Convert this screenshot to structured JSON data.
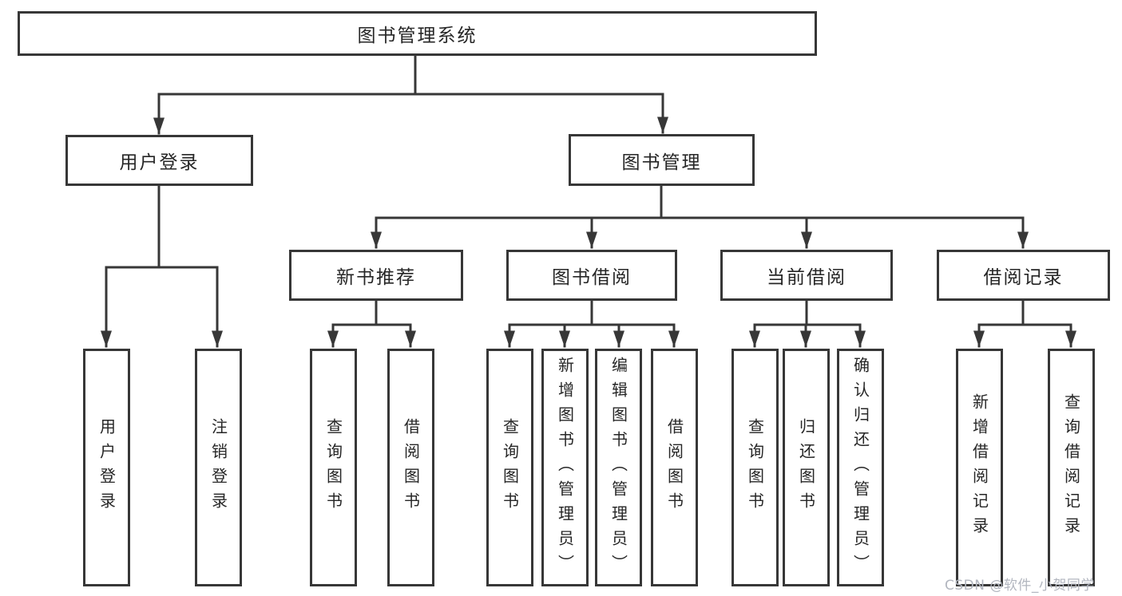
{
  "tree": {
    "label": "图书管理系统",
    "children": [
      {
        "label": "用户登录",
        "children": [
          {
            "label": "用户登录"
          },
          {
            "label": "注销登录"
          }
        ]
      },
      {
        "label": "图书管理",
        "children": [
          {
            "label": "新书推荐",
            "children": [
              {
                "label": "查询图书"
              },
              {
                "label": "借阅图书"
              }
            ]
          },
          {
            "label": "图书借阅",
            "children": [
              {
                "label": "查询图书"
              },
              {
                "label": "新增图书（管理员）"
              },
              {
                "label": "编辑图书（管理员）"
              },
              {
                "label": "借阅图书"
              }
            ]
          },
          {
            "label": "当前借阅",
            "children": [
              {
                "label": "查询图书"
              },
              {
                "label": "归还图书"
              },
              {
                "label": "确认归还（管理员）"
              }
            ]
          },
          {
            "label": "借阅记录",
            "children": [
              {
                "label": "新增借阅记录"
              },
              {
                "label": "查询借阅记录"
              }
            ]
          }
        ]
      }
    ]
  },
  "watermark": {
    "text": "CSDN @软件_小贺同学"
  },
  "colors": {
    "line": "#373737",
    "box_border": "#373737",
    "text": "#262626",
    "background": "#ffffff",
    "watermark": "#b2b6bf"
  }
}
